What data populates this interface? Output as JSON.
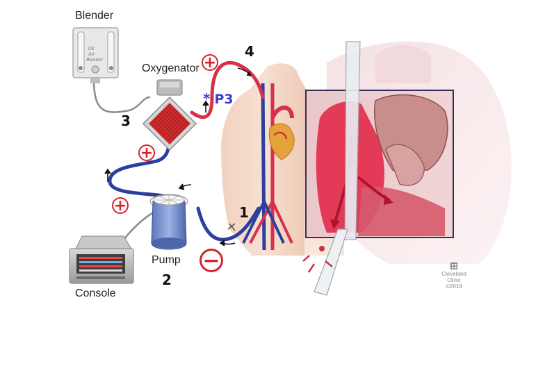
{
  "labels": {
    "blender": "Blender",
    "oxygenator": "Oxygenator",
    "pump": "Pump",
    "console": "Console"
  },
  "numbers": {
    "n1": "1",
    "n2": "2",
    "n3": "3",
    "n4": "4"
  },
  "pressure_marker": {
    "asterisk": "*",
    "label": "P3"
  },
  "signs": {
    "plus": "+",
    "minus": "−"
  },
  "blender_device_text": [
    "O2",
    "Air",
    "Blender"
  ],
  "credit": {
    "brand_line1": "Cleveland",
    "brand_line2": "Clinic",
    "year": "©2018"
  },
  "colors": {
    "oxygenated_blood": "#d6304a",
    "deoxygenated_blood": "#2c3f9e",
    "sign_red": "#d4232a",
    "p3_blue": "#3a3fd0"
  }
}
